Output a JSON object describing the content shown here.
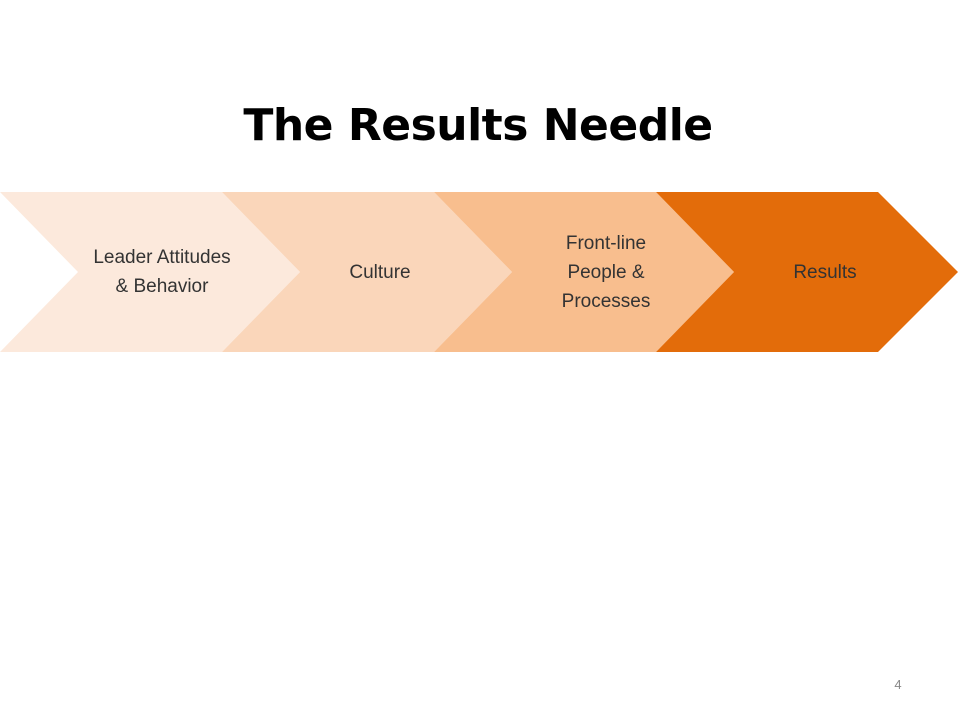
{
  "slide": {
    "title": "The Results Needle",
    "page_number": "4"
  },
  "steps": [
    {
      "label": "Leader Attitudes & Behavior",
      "color": "#FCE9DC"
    },
    {
      "label": "Culture",
      "color": "#FAD6BA"
    },
    {
      "label": "Front-line People & Processes",
      "color": "#F8BE8E"
    },
    {
      "label": "Results",
      "color": "#E36C0A"
    }
  ]
}
